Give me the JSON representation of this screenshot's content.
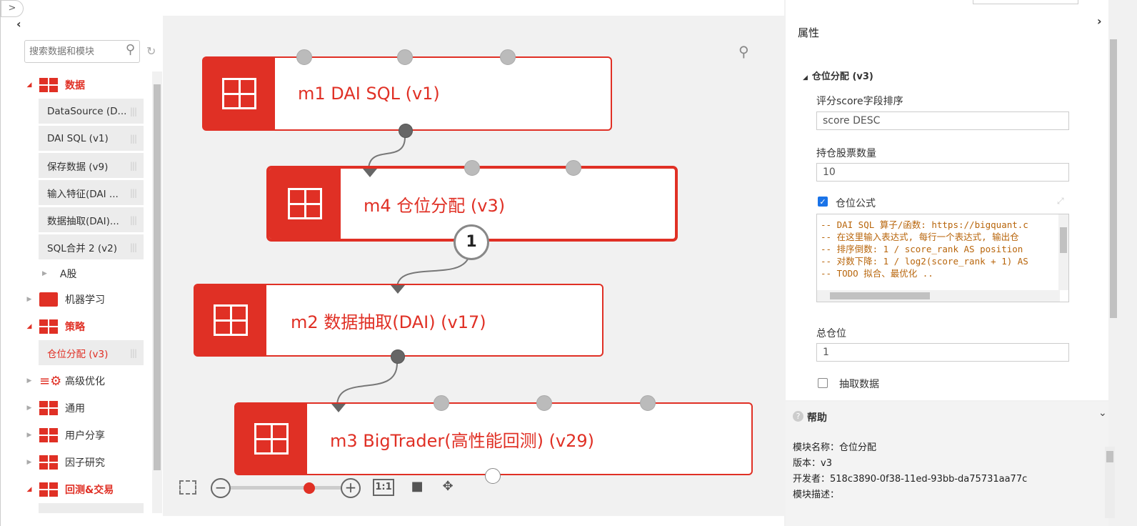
{
  "left_panel": {
    "search_placeholder": "搜索数据和模块",
    "categories": [
      {
        "label": "数据",
        "modules": [
          "DataSource (D...",
          "DAI SQL (v1)",
          "保存数据 (v9)",
          "输入特征(DAI ...",
          "数据抽取(DAI)...",
          "SQL合并 2 (v2)"
        ],
        "sub": "A股"
      },
      {
        "label": "机器学习"
      },
      {
        "label": "策略",
        "modules": [
          "仓位分配 (v3)"
        ]
      },
      {
        "label": "高级优化"
      },
      {
        "label": "通用"
      },
      {
        "label": "用户分享"
      },
      {
        "label": "因子研究"
      },
      {
        "label": "回测&交易"
      }
    ]
  },
  "canvas": {
    "nodes": [
      {
        "id": "m1",
        "label": "m1 DAI SQL (v1)"
      },
      {
        "id": "m4",
        "label": "m4 仓位分配 (v3)",
        "badge": "1"
      },
      {
        "id": "m2",
        "label": "m2 数据抽取(DAI) (v17)"
      },
      {
        "id": "m3",
        "label": "m3 BigTrader(高性能回测) (v29)"
      }
    ],
    "zoom_level": 0.6,
    "zoom_reset_label": "1:1"
  },
  "properties": {
    "title": "属性",
    "section": "仓位分配 (v3)",
    "score_sort_label": "评分score字段排序",
    "score_sort_value": "score DESC",
    "hold_count_label": "持仓股票数量",
    "hold_count_value": "10",
    "formula_label": "仓位公式",
    "formula_checked": true,
    "formula_lines": [
      "-- DAI SQL 算子/函数: https://bigquant.c",
      "-- 在这里输入表达式, 每行一个表达式, 输出仓",
      "-- 排序倒数: 1 / score_rank AS position",
      "-- 对数下降: 1 / log2(score_rank + 1) AS",
      "-- TODO 拟合、最优化 .."
    ],
    "total_label": "总仓位",
    "total_value": "1",
    "extract_label": "抽取数据",
    "extract_checked": false
  },
  "help": {
    "title": "帮助",
    "lines": [
      "模块名称：仓位分配",
      "版本：v3",
      "开发者：518c3890-0f38-11ed-93bb-da75731aa77c",
      "模块描述："
    ]
  },
  "colors": {
    "accent": "#e03025",
    "code": "#b8650b"
  }
}
